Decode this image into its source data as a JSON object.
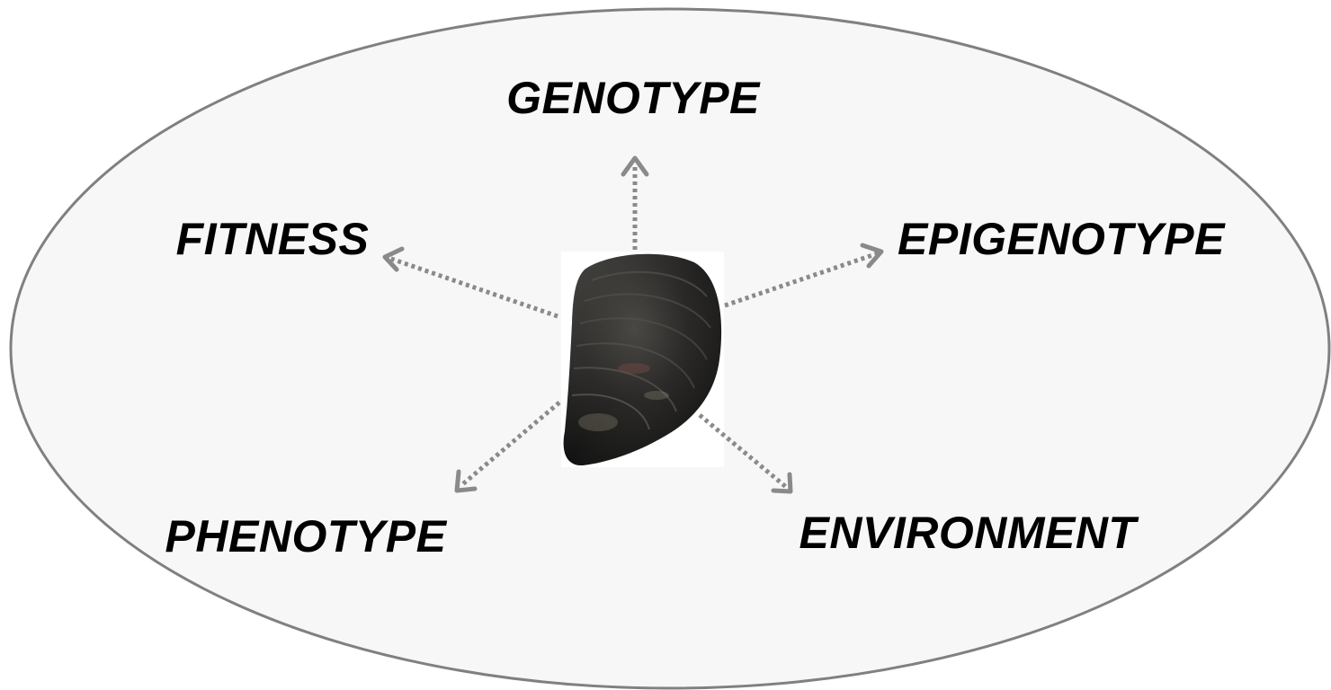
{
  "diagram": {
    "nodes": {
      "genotype": "GENOTYPE",
      "fitness": "FITNESS",
      "epigenotype": "EPIGENOTYPE",
      "phenotype": "PHENOTYPE",
      "environment": "ENVIRONMENT"
    },
    "center_image": "mussel-photo",
    "colors": {
      "ellipse_fill": "#f7f7f7",
      "ellipse_stroke": "#808080",
      "arrow": "#8a8a8a",
      "label": "#000000"
    }
  }
}
